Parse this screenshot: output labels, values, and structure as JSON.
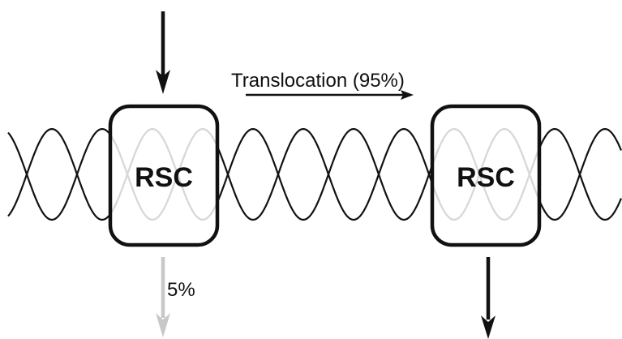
{
  "diagram": {
    "complex_left_label": "RSC",
    "complex_right_label": "RSC",
    "translocation_label": "Translocation (95%)",
    "release_label": "5%",
    "colors": {
      "ink": "#111111",
      "release_arrow": "#c8c8c8",
      "faded_strand": "#d8d8d8"
    }
  }
}
